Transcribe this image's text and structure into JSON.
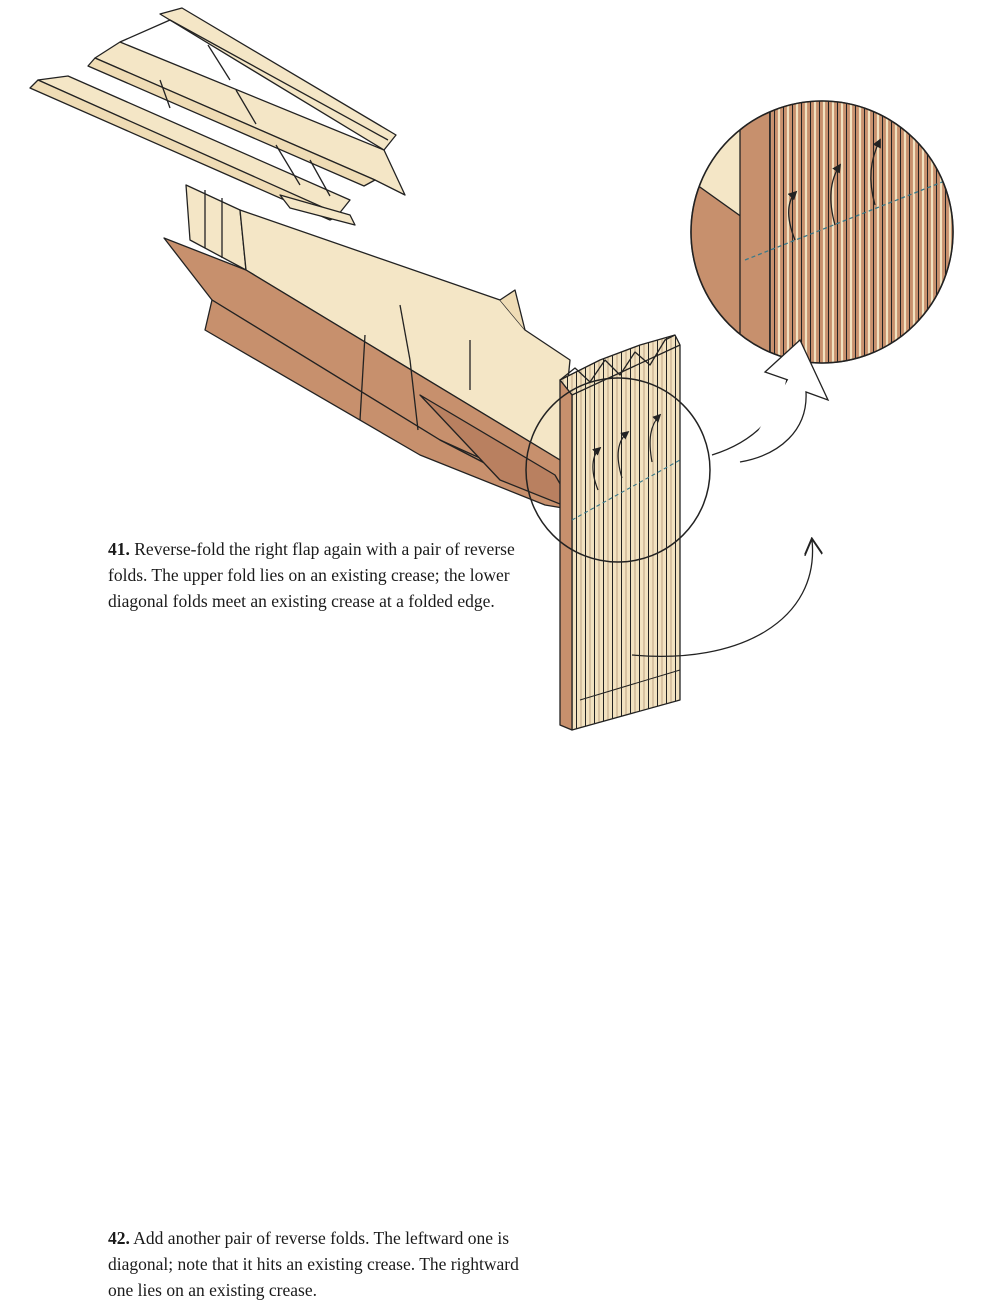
{
  "steps": [
    {
      "number": "41.",
      "caption": "Reverse-fold the right flap again with a pair of reverse folds. The upper fold lies on an existing crease; the lower diagonal folds meet an existing crease at a folded edge."
    },
    {
      "number": "42.",
      "caption": "Add another pair of reverse folds. The leftward one is diagonal; note that it hits an existing crease. The rightward one lies on an existing crease."
    }
  ],
  "colors": {
    "paper_light": "#f4e6c6",
    "paper_dark": "#c7906d",
    "line": "#222222",
    "valley_crease": "#3a7a8a",
    "background": "#ffffff"
  }
}
